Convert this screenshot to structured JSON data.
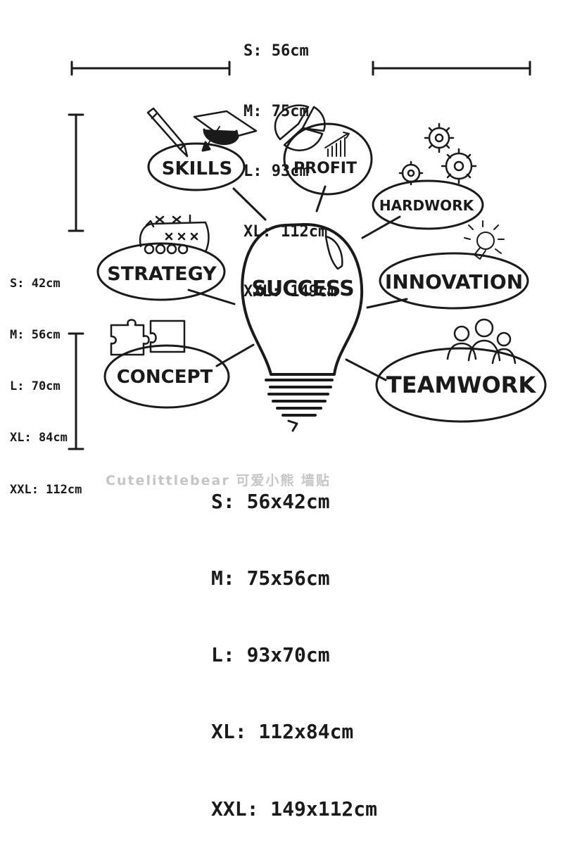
{
  "top_sizes": [
    "S: 56cm",
    "M: 75cm",
    "L: 93cm",
    "XL: 112cm",
    "XXL: 149cm"
  ],
  "side_sizes": [
    "S: 42cm",
    "M: 56cm",
    "L: 70cm",
    "XL: 84cm",
    "XXL: 112cm"
  ],
  "combined_sizes": [
    "S: 56x42cm",
    "M: 75x56cm",
    "L: 93x70cm",
    "XL: 112x84cm",
    "XXL: 149x112cm"
  ],
  "watermark": "Cutelittlebear 可爱小熊 墙贴",
  "center_label": "SUCCESS",
  "bubbles": {
    "skills": "SKILLS",
    "profit": "PROFIT",
    "hardwork": "HARDWORK",
    "strategy": "STRATEGY",
    "innovation": "INNOVATION",
    "concept": "CONCEPT",
    "teamwork": "TEAMWORK"
  },
  "colors": {
    "ink": "#1a1a1a",
    "background": "#ffffff",
    "watermark": "#969696"
  }
}
